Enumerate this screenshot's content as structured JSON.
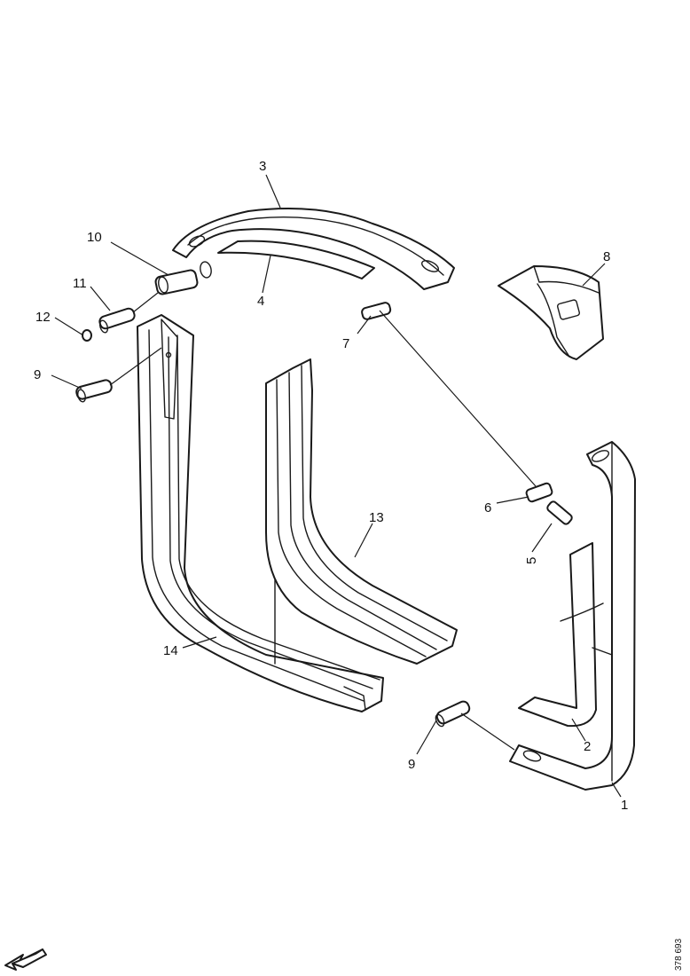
{
  "callouts": {
    "c1": "1",
    "c2": "2",
    "c3": "3",
    "c4": "4",
    "c5": "5",
    "c6": "6",
    "c7": "7",
    "c8": "8",
    "c9a": "9",
    "c9b": "9",
    "c10": "10",
    "c11": "11",
    "c12": "12",
    "c13": "13",
    "c14": "14"
  },
  "drawing_code": "378 693",
  "colors": {
    "line": "#1a1a1a",
    "background": "#ffffff"
  },
  "icons": {
    "orientation": "arrow-down-left-icon"
  }
}
